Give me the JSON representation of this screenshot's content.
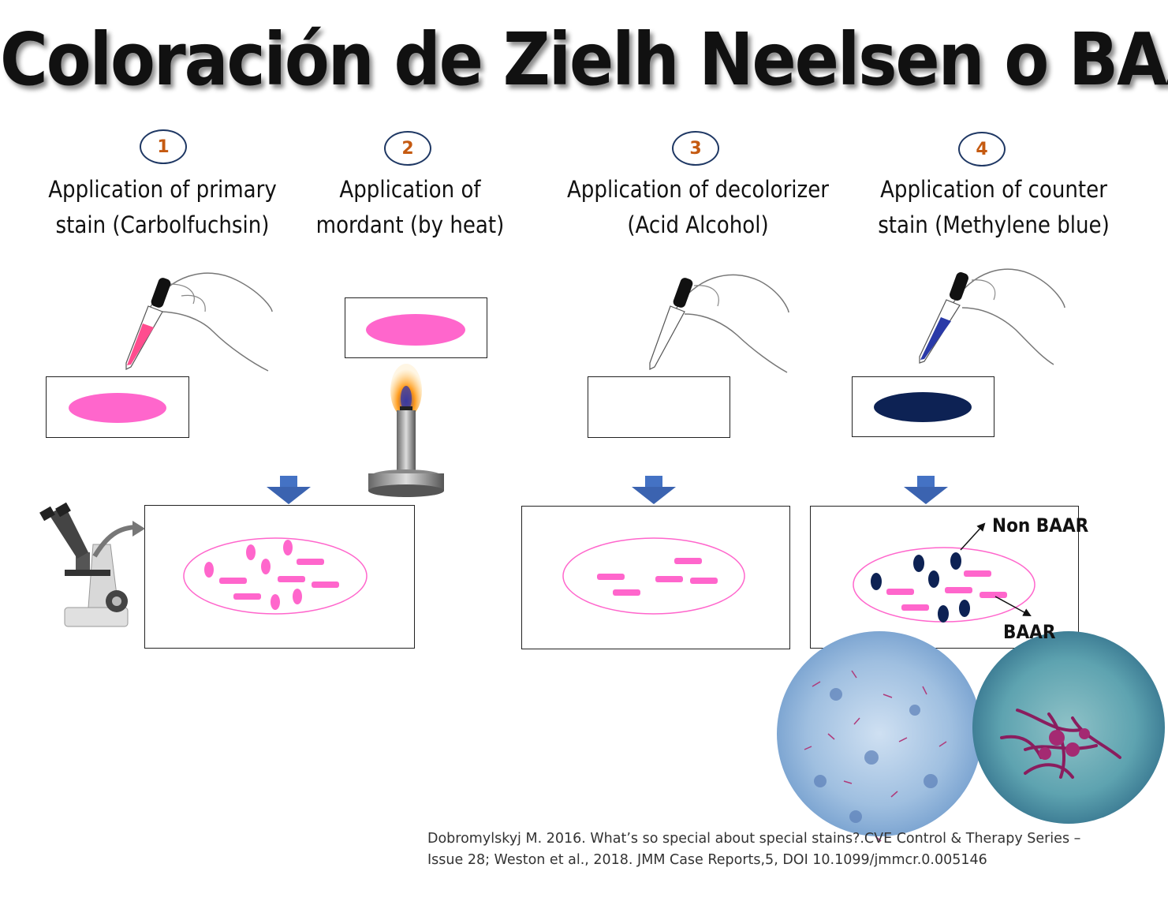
{
  "title": "Coloración de Zielh Neelsen o BAAR",
  "steps": [
    {
      "number": "1",
      "line1": "Application of primary",
      "line2": "stain (Carbolfuchsin)"
    },
    {
      "number": "2",
      "line1": "Application of",
      "line2": "mordant (by heat)"
    },
    {
      "number": "3",
      "line1": "Application of decolorizer",
      "line2": "(Acid Alcohol)"
    },
    {
      "number": "4",
      "line1": "Application of counter",
      "line2": "stain (Methylene blue)"
    }
  ],
  "labels": {
    "non_baar": "Non BAAR",
    "baar": "BAAR"
  },
  "citation": {
    "line1": "Dobromylskyj M. 2016. What’s so special about special stains?.CVE Control & Therapy Series –",
    "line2": "Issue 28; Weston et al., 2018. JMM Case Reports,5, DOI 10.1099/jmmcr.0.005146"
  },
  "colors": {
    "carbolfuchsin": "#ff66cc",
    "methylene_blue": "#0d2254",
    "arrow": "#4472c4",
    "badge_border": "#1f3864",
    "badge_number": "#c55a11"
  }
}
